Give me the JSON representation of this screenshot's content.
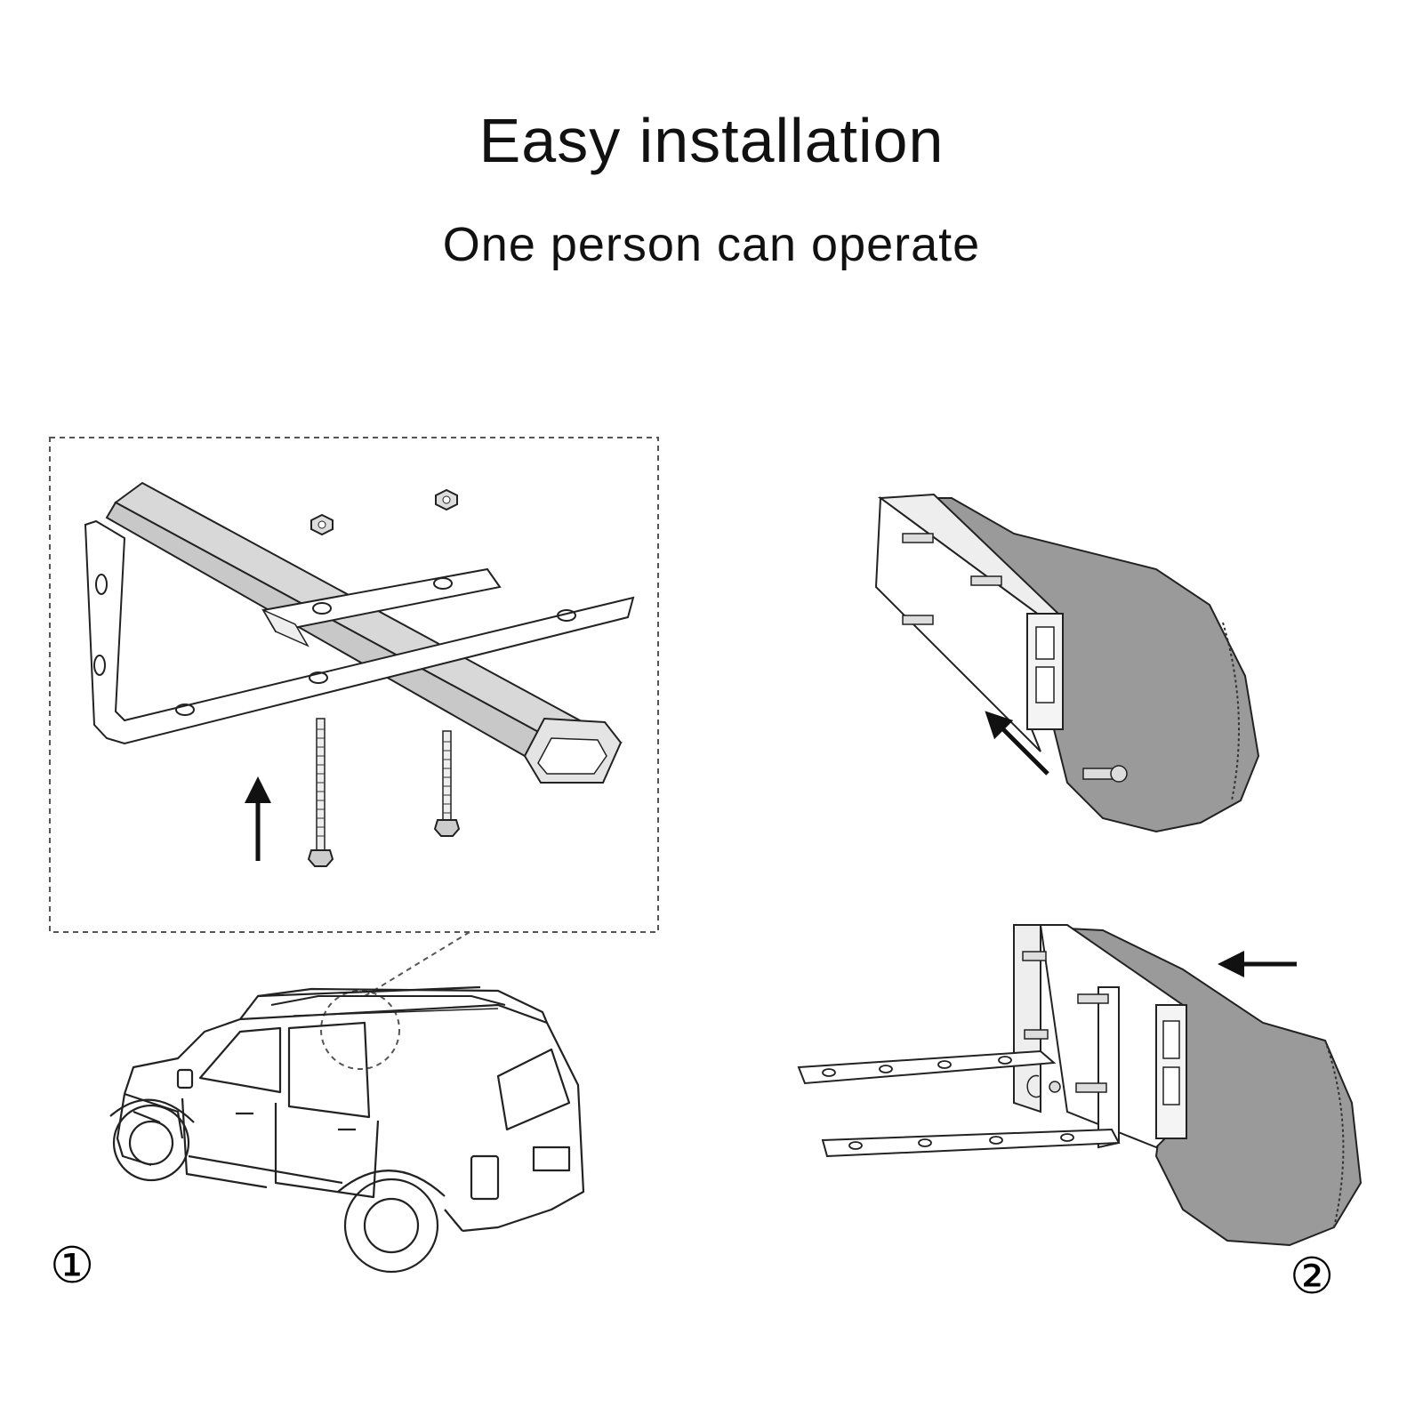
{
  "title": "Easy installation",
  "subtitle": "One person can operate",
  "steps": [
    {
      "label": "①"
    },
    {
      "label": "②"
    }
  ]
}
